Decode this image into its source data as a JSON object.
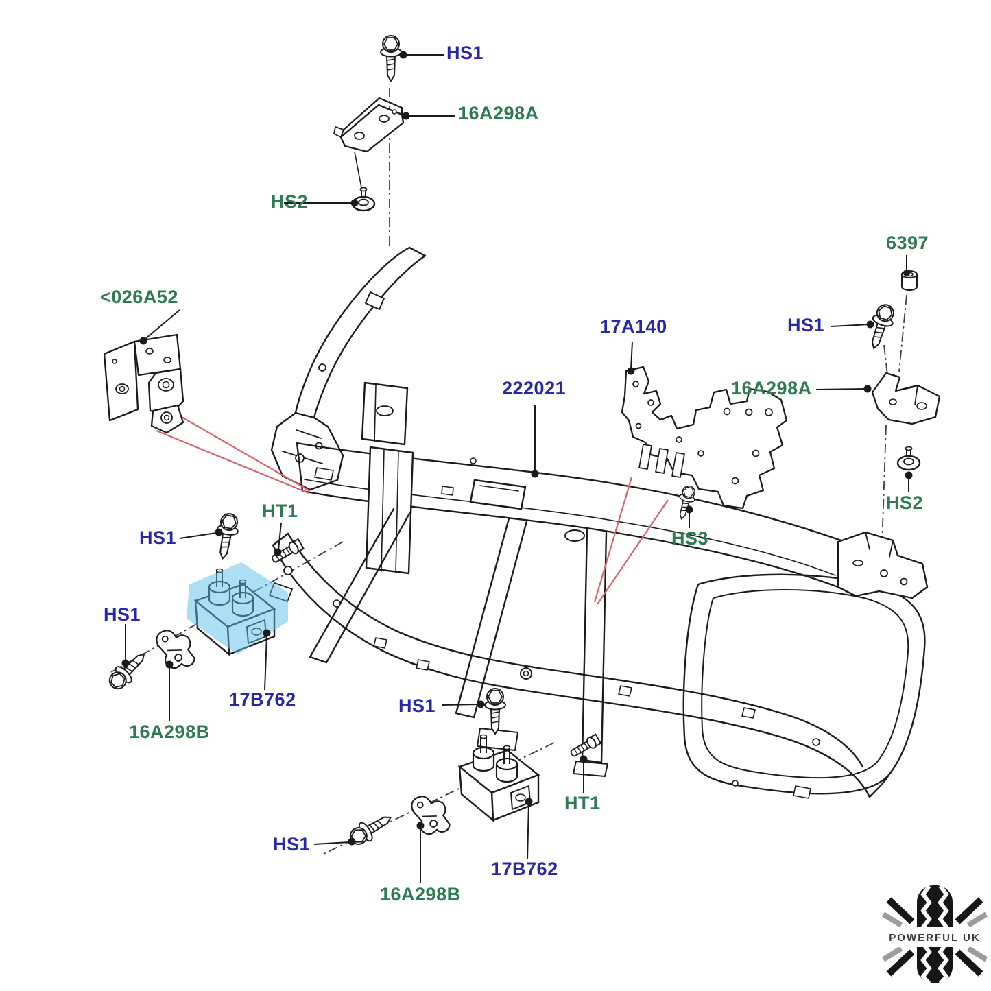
{
  "callouts": [
    {
      "id": "hs1-top",
      "text": "HS1",
      "color": "navy"
    },
    {
      "id": "16a298a-top",
      "text": "16A298A",
      "color": "green"
    },
    {
      "id": "hs2-top",
      "text": "HS2",
      "color": "green"
    },
    {
      "id": "6397",
      "text": "6397",
      "color": "green"
    },
    {
      "id": "hs1-right",
      "text": "HS1",
      "color": "navy"
    },
    {
      "id": "17a140",
      "text": "17A140",
      "color": "navy"
    },
    {
      "id": "222021",
      "text": "222021",
      "color": "navy"
    },
    {
      "id": "16a298a-right",
      "text": "16A298A",
      "color": "green"
    },
    {
      "id": "hs2-right",
      "text": "HS2",
      "color": "green"
    },
    {
      "id": "ht1-left",
      "text": "HT1",
      "color": "green"
    },
    {
      "id": "hs1-midleft",
      "text": "HS1",
      "color": "navy"
    },
    {
      "id": "hs3",
      "text": "HS3",
      "color": "green"
    },
    {
      "id": "hs1-left",
      "text": "HS1",
      "color": "navy"
    },
    {
      "id": "17b762-left",
      "text": "17B762",
      "color": "navy"
    },
    {
      "id": "16a298b-left",
      "text": "16A298B",
      "color": "green"
    },
    {
      "id": "hs1-bottom",
      "text": "HS1",
      "color": "navy"
    },
    {
      "id": "ht1-right",
      "text": "HT1",
      "color": "green"
    },
    {
      "id": "hs1-bottomleft",
      "text": "HS1",
      "color": "navy"
    },
    {
      "id": "026a52",
      "text": "<026A52",
      "color": "green"
    },
    {
      "id": "17b762-bottom",
      "text": "17B762",
      "color": "navy"
    },
    {
      "id": "16a298b-bottom",
      "text": "16A298B",
      "color": "green"
    }
  ],
  "logo": {
    "text": "POWERFUL UK"
  },
  "colors": {
    "label_navy": "#2727a8",
    "label_green": "#2e7a54",
    "leader_red": "#d4636e",
    "drawing_line": "#1b1b1b",
    "highlight_blue": "#8ed2f2",
    "background": "#ffffff"
  }
}
